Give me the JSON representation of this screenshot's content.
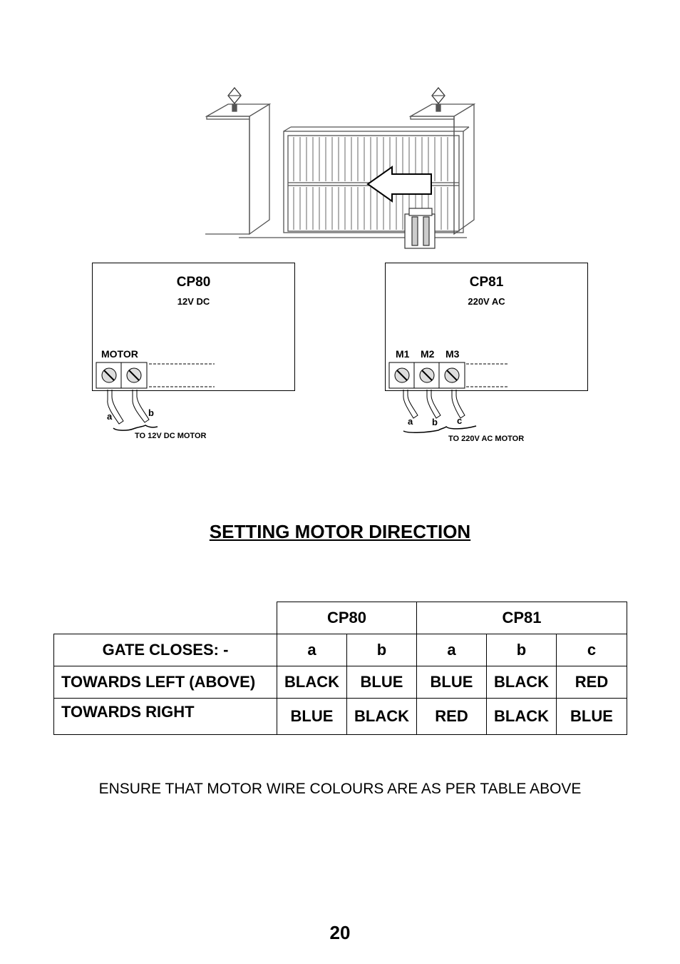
{
  "panels": {
    "cp80": {
      "title": "CP80",
      "voltage": "12V DC",
      "terminal_label": "MOTOR",
      "wire_a": "a",
      "wire_b": "b",
      "caption": "TO 12V DC MOTOR"
    },
    "cp81": {
      "title": "CP81",
      "voltage": "220V AC",
      "terminal_m1": "M1",
      "terminal_m2": "M2",
      "terminal_m3": "M3",
      "wire_a": "a",
      "wire_b": "b",
      "wire_c": "c",
      "caption": "TO 220V AC MOTOR"
    }
  },
  "heading": "SETTING MOTOR DIRECTION",
  "table": {
    "group_headers": [
      "CP80",
      "CP81"
    ],
    "rows": [
      {
        "label": "GATE CLOSES: -",
        "cells": [
          "a",
          "b",
          "a",
          "b",
          "c"
        ]
      },
      {
        "label": "TOWARDS LEFT (ABOVE)",
        "cells": [
          "BLACK",
          "BLUE",
          "BLUE",
          "BLACK",
          "RED"
        ]
      },
      {
        "label": "TOWARDS RIGHT",
        "cells": [
          "BLUE",
          "BLACK",
          "RED",
          "BLACK",
          "BLUE"
        ]
      }
    ]
  },
  "note": "ENSURE THAT MOTOR WIRE COLOURS ARE AS PER TABLE ABOVE",
  "page_number": "20"
}
